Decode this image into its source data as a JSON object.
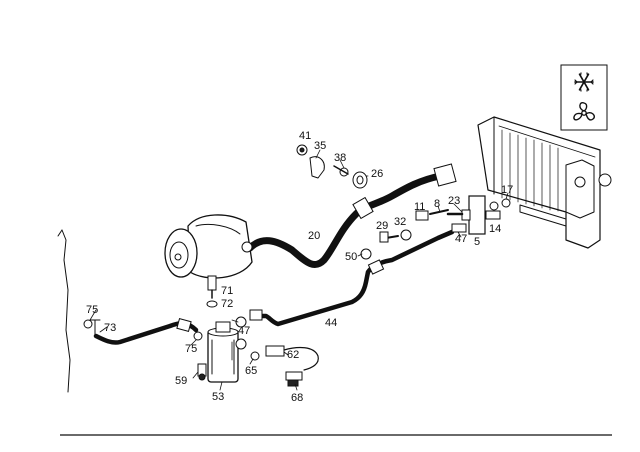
{
  "legend": {
    "icons": [
      {
        "name": "snowflake-icon",
        "glyph": "❄"
      },
      {
        "name": "fan-icon",
        "glyph": "✢"
      }
    ]
  },
  "callouts": [
    {
      "id": "c41",
      "text": "41"
    },
    {
      "id": "c35",
      "text": "35"
    },
    {
      "id": "c38",
      "text": "38"
    },
    {
      "id": "c26",
      "text": "26"
    },
    {
      "id": "c20",
      "text": "20"
    },
    {
      "id": "c11",
      "text": "11"
    },
    {
      "id": "c8",
      "text": "8"
    },
    {
      "id": "c23",
      "text": "23"
    },
    {
      "id": "c17",
      "text": "17"
    },
    {
      "id": "c32",
      "text": "32"
    },
    {
      "id": "c29",
      "text": "29"
    },
    {
      "id": "c47a",
      "text": "47"
    },
    {
      "id": "c5",
      "text": "5"
    },
    {
      "id": "c14",
      "text": "14"
    },
    {
      "id": "c50",
      "text": "50"
    },
    {
      "id": "c71",
      "text": "71"
    },
    {
      "id": "c72",
      "text": "72"
    },
    {
      "id": "c75a",
      "text": "75"
    },
    {
      "id": "c73",
      "text": "73"
    },
    {
      "id": "c44",
      "text": "44"
    },
    {
      "id": "c47b",
      "text": "47"
    },
    {
      "id": "c75b",
      "text": "75"
    },
    {
      "id": "c62",
      "text": "62"
    },
    {
      "id": "c65",
      "text": "65"
    },
    {
      "id": "c59",
      "text": "59"
    },
    {
      "id": "c53",
      "text": "53"
    },
    {
      "id": "c68",
      "text": "68"
    }
  ]
}
